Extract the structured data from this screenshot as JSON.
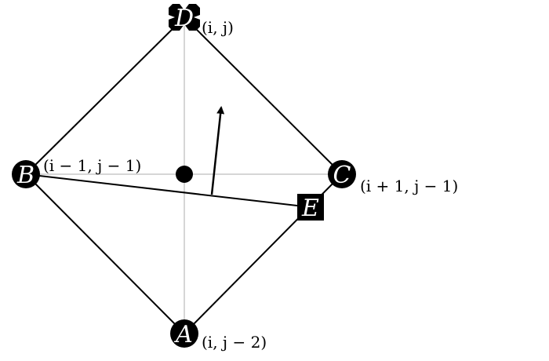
{
  "nodes": {
    "A": {
      "label": "A",
      "coord": "(i, j − 2)",
      "marker": "circle"
    },
    "B": {
      "label": "B",
      "coord": "(i − 1, j − 1)",
      "marker": "circle"
    },
    "C": {
      "label": "C",
      "coord": "(i + 1, j − 1)",
      "marker": "circle"
    },
    "D": {
      "label": "D",
      "coord": "(i, j)",
      "marker": "cross"
    },
    "E": {
      "label": "E",
      "coord": "",
      "marker": "square"
    }
  },
  "colors": {
    "stroke": "#000000",
    "guide": "#c8c8c8",
    "marker_fill": "#000000",
    "label_text": "#ffffff"
  }
}
